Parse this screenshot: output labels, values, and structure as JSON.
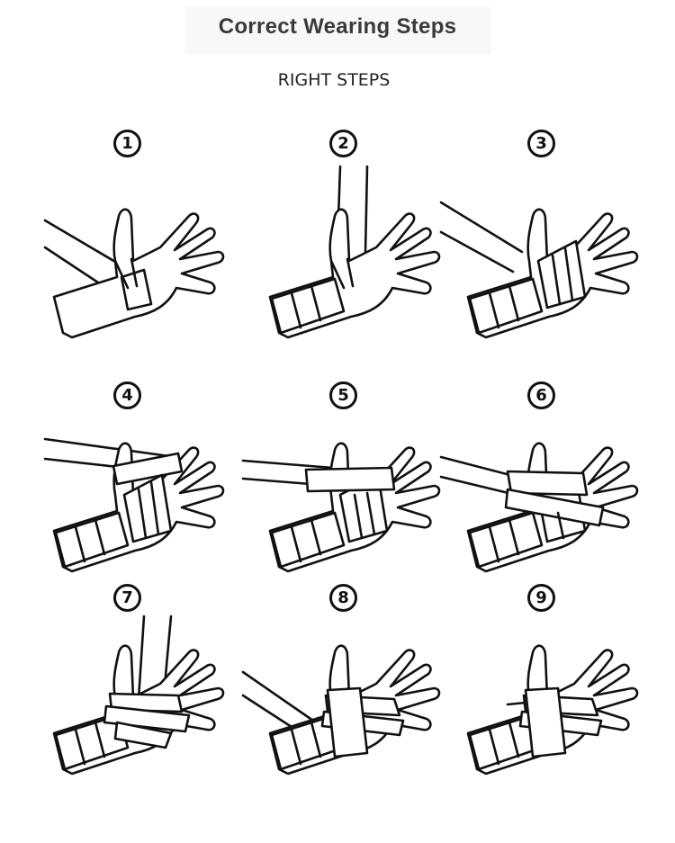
{
  "header": {
    "title": "Correct Wearing Steps",
    "subtitle": "RIGHT STEPS"
  },
  "steps": [
    {
      "number": "1"
    },
    {
      "number": "2"
    },
    {
      "number": "3"
    },
    {
      "number": "4"
    },
    {
      "number": "5"
    },
    {
      "number": "6"
    },
    {
      "number": "7"
    },
    {
      "number": "8"
    },
    {
      "number": "9"
    }
  ]
}
